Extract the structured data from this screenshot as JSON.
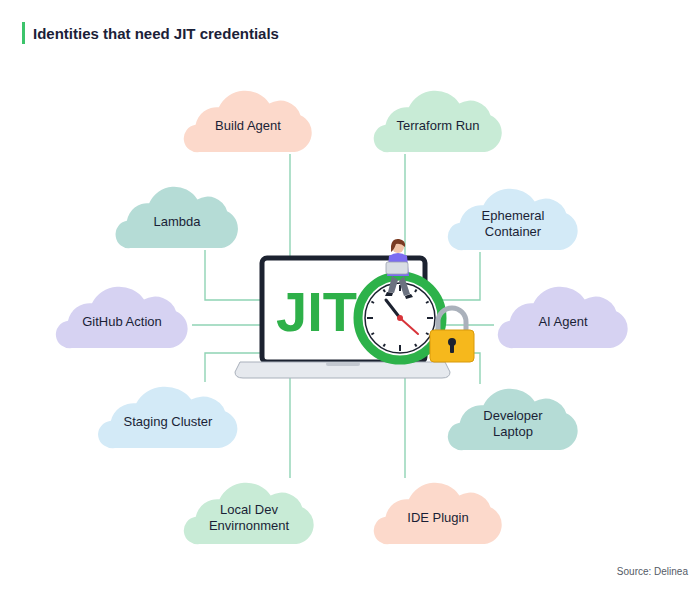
{
  "diagram": {
    "title": "Identities that need JIT credentials",
    "nodes": [
      {
        "text": [
          "Build Agent"
        ]
      },
      {
        "text": [
          "Terraform Run"
        ]
      },
      {
        "text": [
          "Lambda"
        ]
      },
      {
        "text": [
          "Ephemeral Container"
        ]
      },
      {
        "text": [
          "GitHub Action"
        ]
      },
      {
        "text": [
          "JIT"
        ]
      },
      {
        "text": [
          "AI Agent"
        ]
      },
      {
        "text": [
          "Staging Cluster"
        ]
      },
      {
        "text": [
          "Developer Laptop"
        ]
      },
      {
        "text": [
          "Local Dev Envirnonment"
        ]
      },
      {
        "text": [
          "IDE Plugin"
        ]
      }
    ],
    "edges": [
      {
        "from": 0,
        "to": 5,
        "arrow": "none"
      },
      {
        "from": 1,
        "to": 5,
        "arrow": "none"
      },
      {
        "from": 2,
        "to": 5,
        "arrow": "none"
      },
      {
        "from": 3,
        "to": 5,
        "arrow": "none"
      },
      {
        "from": 4,
        "to": 5,
        "arrow": "none"
      },
      {
        "from": 6,
        "to": 5,
        "arrow": "none"
      },
      {
        "from": 7,
        "to": 5,
        "arrow": "none"
      },
      {
        "from": 8,
        "to": 5,
        "arrow": "none"
      },
      {
        "from": 9,
        "to": 5,
        "arrow": "none"
      },
      {
        "from": 10,
        "to": 5,
        "arrow": "none"
      }
    ],
    "labels": [
      "Source: Delinea"
    ]
  }
}
